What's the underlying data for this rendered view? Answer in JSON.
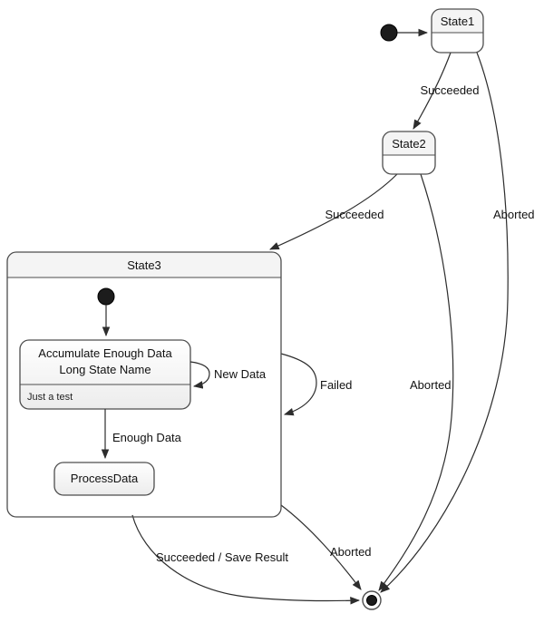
{
  "diagram": {
    "states": {
      "state1": {
        "label": "State1"
      },
      "state2": {
        "label": "State2"
      },
      "state3": {
        "label": "State3"
      },
      "accumulate": {
        "title_line1": "Accumulate Enough Data",
        "title_line2": "Long State Name",
        "body": "Just a test"
      },
      "process_data": {
        "label": "ProcessData"
      }
    },
    "edges": {
      "state1_to_state2": {
        "label": "Succeeded"
      },
      "state2_to_state3": {
        "label": "Succeeded"
      },
      "state1_to_final": {
        "label": "Aborted"
      },
      "state2_to_final": {
        "label": "Aborted"
      },
      "state3_to_final": {
        "label": "Aborted"
      },
      "state3_failed": {
        "label": "Failed"
      },
      "accumulate_new_data": {
        "label": "New Data"
      },
      "accumulate_to_process": {
        "label": "Enough Data"
      },
      "state3_to_final_success": {
        "label": "Succeeded / Save Result"
      }
    },
    "colors": {
      "edge": "#2d2d2d",
      "state_border": "#4d4d4d",
      "state_fill_top": "#ffffff",
      "state_fill_bottom": "#ececec",
      "text": "#111111"
    }
  }
}
